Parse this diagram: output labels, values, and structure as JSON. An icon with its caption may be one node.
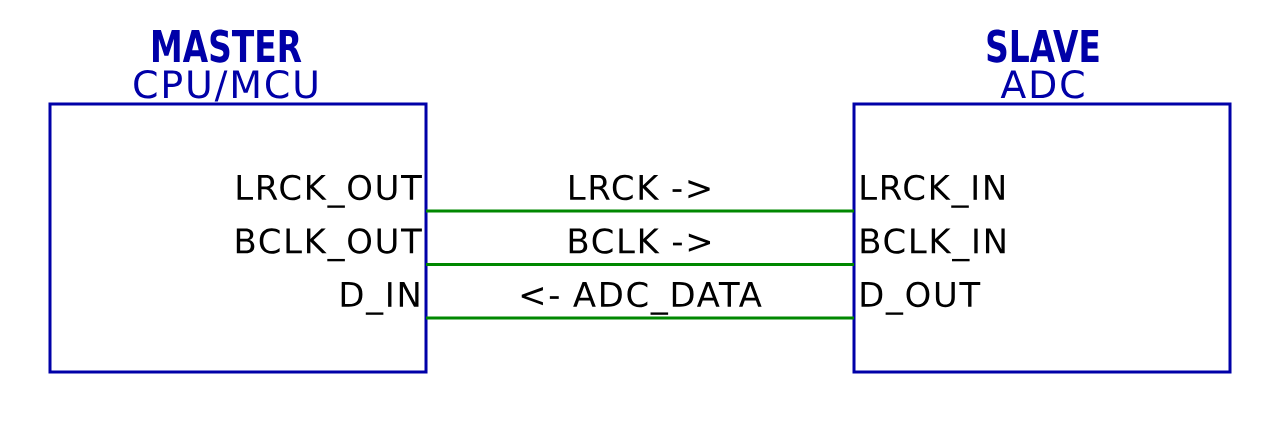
{
  "diagram": {
    "nodes": [
      {
        "text": [
          "MASTER",
          "CPU/MCU"
        ]
      },
      {
        "text": [
          "LRCK_OUT"
        ],
        "in": 0
      },
      {
        "text": [
          "BCLK_OUT"
        ],
        "in": 0
      },
      {
        "text": [
          "D_IN"
        ],
        "in": 0
      },
      {
        "text": [
          "SLAVE",
          "ADC"
        ]
      },
      {
        "text": [
          "LRCK_IN"
        ],
        "in": 4
      },
      {
        "text": [
          "BCLK_IN"
        ],
        "in": 4
      },
      {
        "text": [
          "D_OUT"
        ],
        "in": 4
      }
    ],
    "edges": [
      {
        "from": 1,
        "to": 5,
        "arrow": "none",
        "label": "LRCK ->"
      },
      {
        "from": 2,
        "to": 6,
        "arrow": "none",
        "label": "BCLK ->"
      },
      {
        "from": 7,
        "to": 3,
        "arrow": "none",
        "label": "<- ADC_DATA"
      }
    ]
  }
}
